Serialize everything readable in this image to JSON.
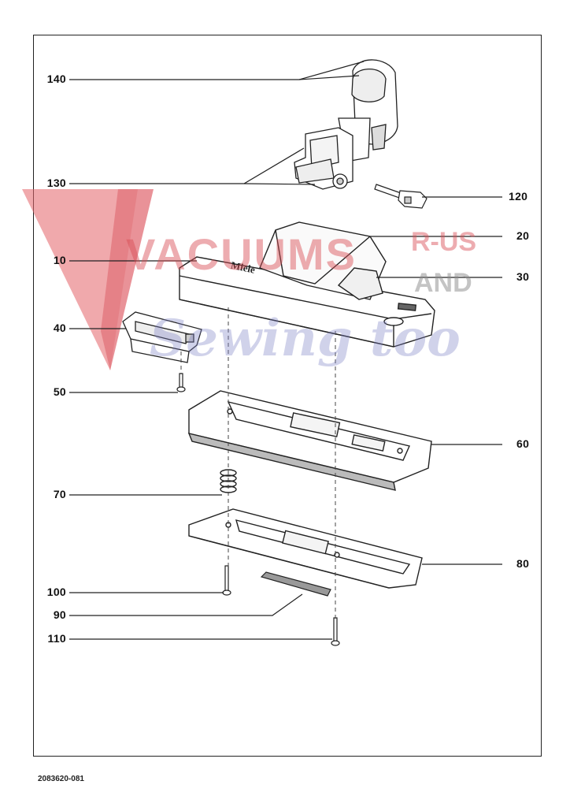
{
  "callouts": [
    {
      "id": "140",
      "label": "140"
    },
    {
      "id": "130",
      "label": "130"
    },
    {
      "id": "120",
      "label": "120"
    },
    {
      "id": "20",
      "label": "20"
    },
    {
      "id": "10",
      "label": "10"
    },
    {
      "id": "30",
      "label": "30"
    },
    {
      "id": "40",
      "label": "40"
    },
    {
      "id": "50",
      "label": "50"
    },
    {
      "id": "60",
      "label": "60"
    },
    {
      "id": "70",
      "label": "70"
    },
    {
      "id": "80",
      "label": "80"
    },
    {
      "id": "100",
      "label": "100"
    },
    {
      "id": "90",
      "label": "90"
    },
    {
      "id": "110",
      "label": "110"
    }
  ],
  "drawing_number": "2083620-081",
  "brand_mark": "Miele",
  "watermark": {
    "line1": "VACUUMS",
    "line2": "R-US",
    "line3": "AND",
    "line4": "Sewing too"
  },
  "colors": {
    "line": "#222222",
    "watermark_red": "#d94a52",
    "watermark_gray": "#8a8a8a",
    "watermark_purple": "#7b7fc4"
  }
}
